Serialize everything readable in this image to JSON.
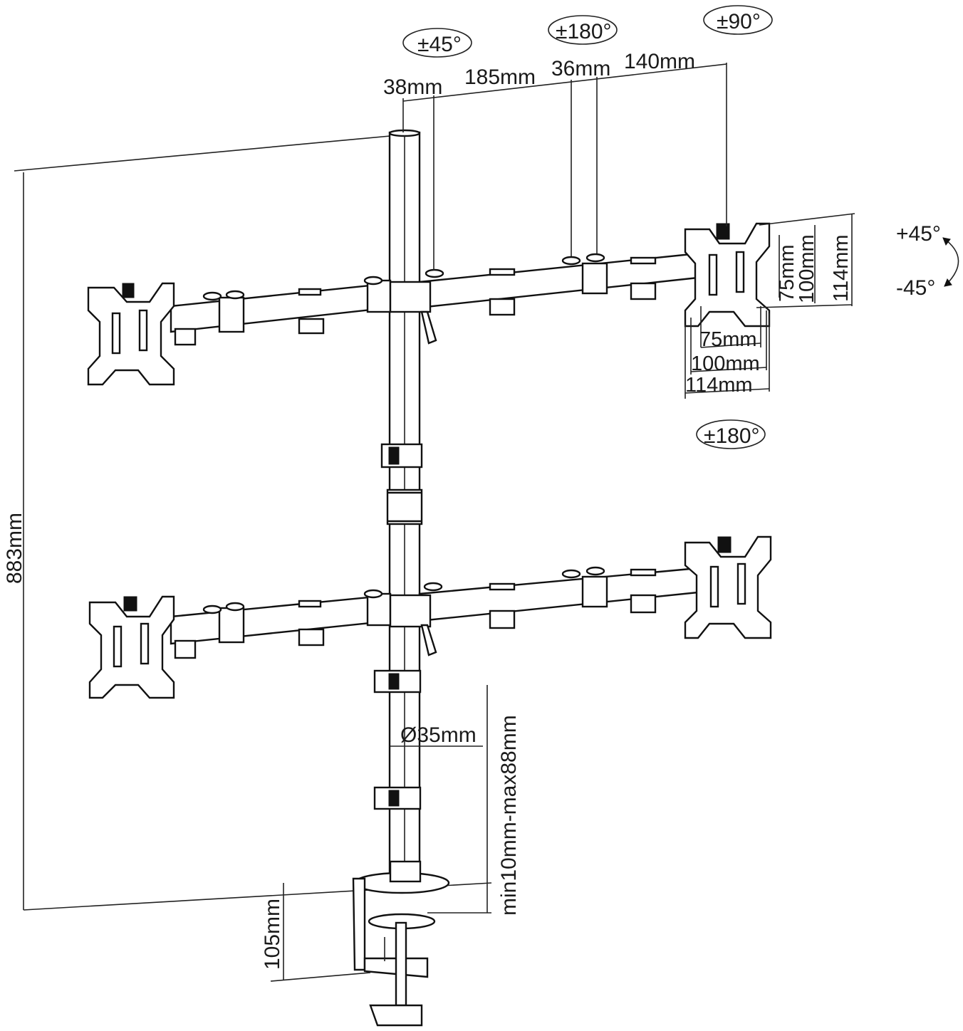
{
  "dimensions": {
    "arm_offset_38": "38mm",
    "arm_segment_185": "185mm",
    "arm_joint_36": "36mm",
    "arm_segment_140": "140mm",
    "total_height": "883mm",
    "clamp_height": "105mm",
    "pole_diameter": "Ø35mm",
    "desk_thickness": "min10mm-max88mm",
    "vesa_v_75": "75mm",
    "vesa_v_100": "100mm",
    "vesa_v_114": "114mm",
    "vesa_h_75": "75mm",
    "vesa_h_100": "100mm",
    "vesa_h_114": "114mm"
  },
  "rotation": {
    "arm_swivel": "±45°",
    "arm_rotate": "±180°",
    "head_swivel": "±90°",
    "screen_rotate": "±180°",
    "tilt_up": "+45°",
    "tilt_down": "-45°"
  },
  "colors": {
    "ink": "#111111",
    "paper": "#ffffff"
  },
  "icons": [
    "vesa-plate-icon",
    "rotation-arrow-icon",
    "desk-clamp-icon",
    "pole-clip-icon"
  ]
}
